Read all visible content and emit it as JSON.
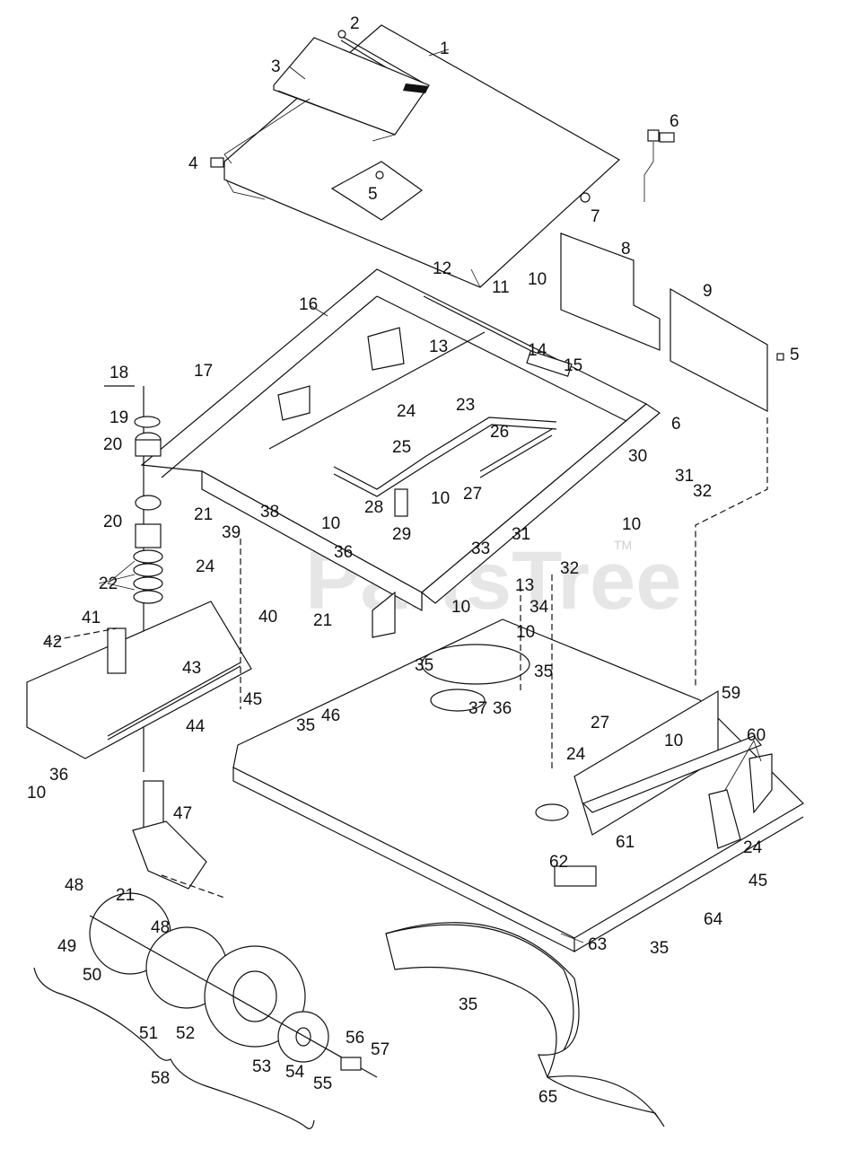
{
  "watermark": {
    "brand": "PartsTree",
    "trademark": "TM"
  },
  "callouts": {
    "c1": "1",
    "c2": "2",
    "c3": "3",
    "c4": "4",
    "c5a": "5",
    "c5b": "5",
    "c6a": "6",
    "c6b": "6",
    "c7": "7",
    "c8": "8",
    "c9": "9",
    "c10a": "10",
    "c10b": "10",
    "c10c": "10",
    "c10d": "10",
    "c10e": "10",
    "c10f": "10",
    "c10g": "10",
    "c10h": "10",
    "c11": "11",
    "c12": "12",
    "c13a": "13",
    "c13b": "13",
    "c14": "14",
    "c15": "15",
    "c16": "16",
    "c17": "17",
    "c18": "18",
    "c19": "19",
    "c20a": "20",
    "c20b": "20",
    "c21a": "21",
    "c21b": "21",
    "c21c": "21",
    "c22": "22",
    "c23": "23",
    "c24a": "24",
    "c24b": "24",
    "c24c": "24",
    "c24d": "24",
    "c25": "25",
    "c26": "26",
    "c27a": "27",
    "c27b": "27",
    "c28": "28",
    "c29": "29",
    "c30": "30",
    "c31a": "31",
    "c31b": "31",
    "c32a": "32",
    "c32b": "32",
    "c33": "33",
    "c34": "34",
    "c35a": "35",
    "c35b": "35",
    "c35c": "35",
    "c35d": "35",
    "c35e": "35",
    "c36a": "36",
    "c36b": "36",
    "c36c": "36",
    "c37": "37",
    "c38": "38",
    "c39": "39",
    "c40": "40",
    "c41": "41",
    "c42": "42",
    "c43": "43",
    "c44": "44",
    "c45a": "45",
    "c45b": "45",
    "c46": "46",
    "c47": "47",
    "c48a": "48",
    "c48b": "48",
    "c49": "49",
    "c50": "50",
    "c51": "51",
    "c52": "52",
    "c53": "53",
    "c54": "54",
    "c55": "55",
    "c56": "56",
    "c57": "57",
    "c58": "58",
    "c59": "59",
    "c60": "60",
    "c61": "61",
    "c62": "62",
    "c63": "63",
    "c64": "64",
    "c65": "65"
  }
}
